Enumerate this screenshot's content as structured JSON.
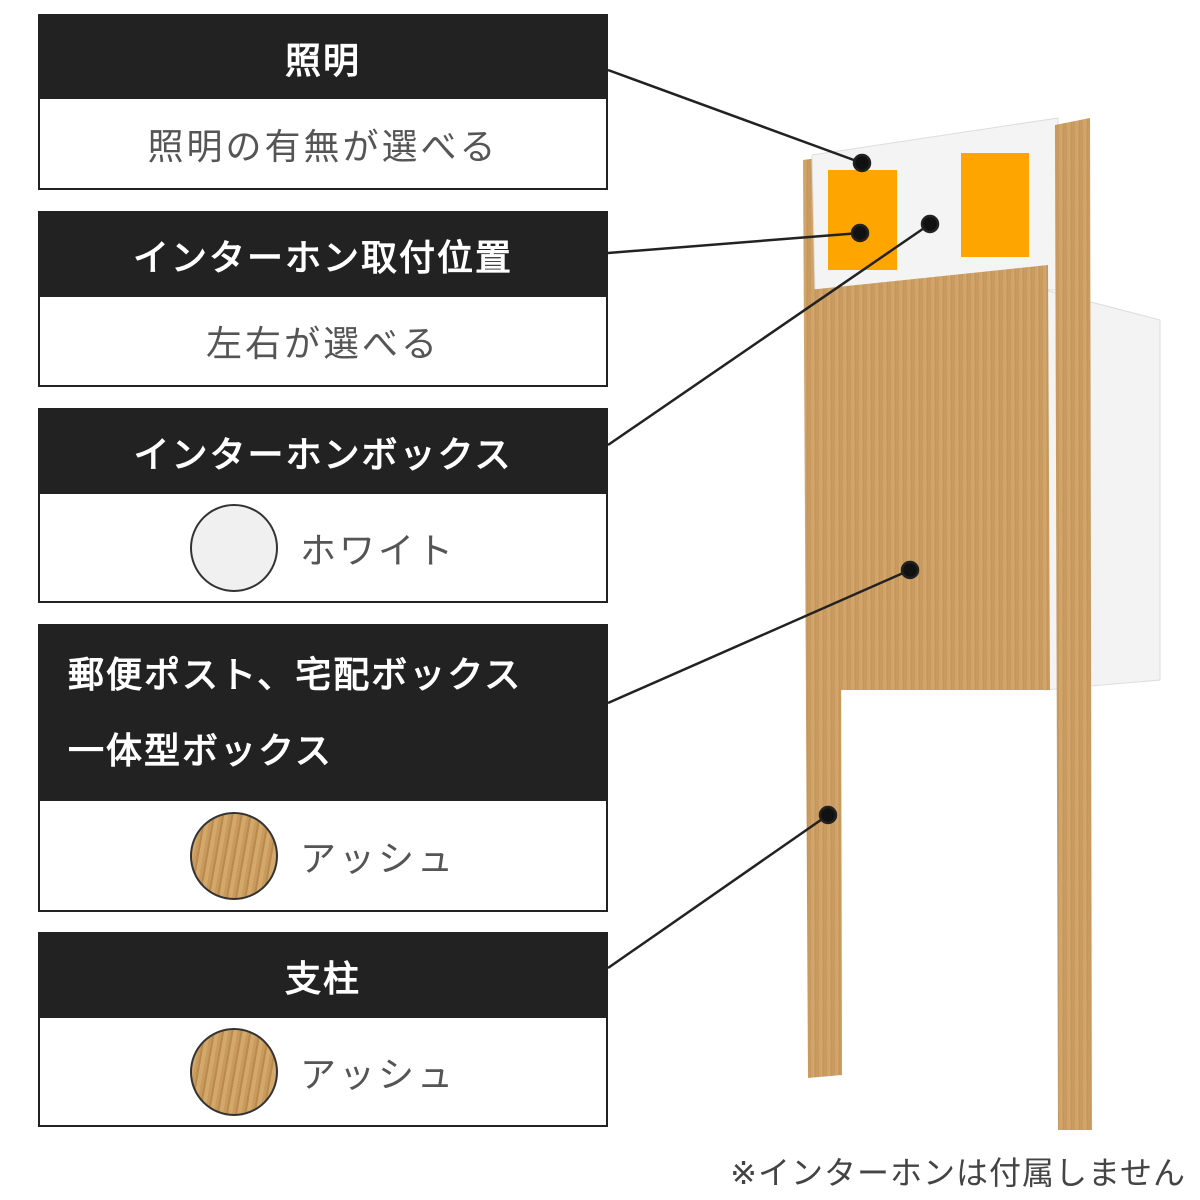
{
  "sections": [
    {
      "title": "照明",
      "body": "照明の有無が選べる"
    },
    {
      "title": "インターホン取付位置",
      "body": "左右が選べる"
    },
    {
      "title": "インターホンボックス",
      "swatch": "white",
      "body": "ホワイト"
    },
    {
      "title_lines": [
        "郵便ポスト、宅配ボックス",
        "一体型ボックス"
      ],
      "swatch": "wood",
      "body": "アッシュ"
    },
    {
      "title": "支柱",
      "swatch": "wood",
      "body": "アッシュ"
    }
  ],
  "note": "※インターホンは付属しません",
  "colors": {
    "header": "#222222",
    "orange": "#ffa500",
    "wood": "#c69a5e",
    "white_box": "#f2f2f2"
  }
}
